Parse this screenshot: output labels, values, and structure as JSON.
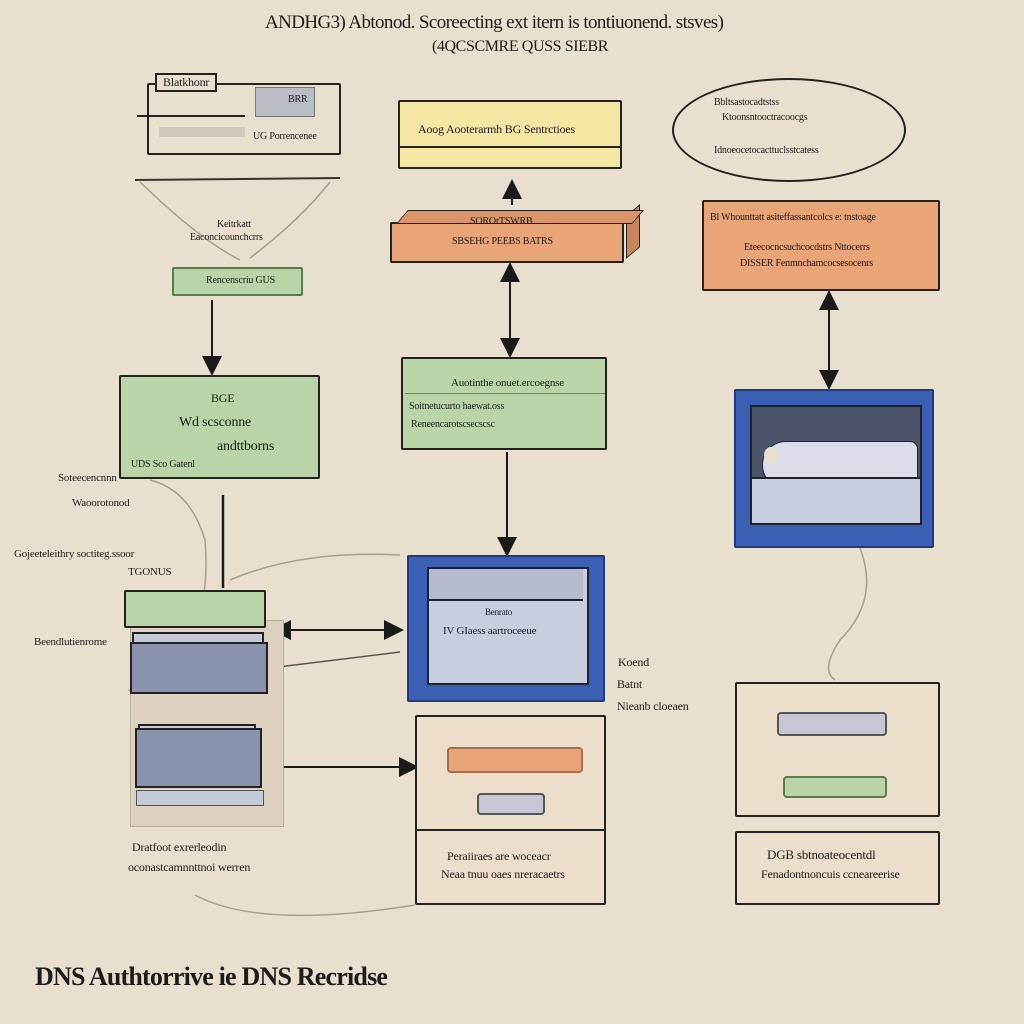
{
  "header": {
    "line1": "ANDHG3) Abtonod. Scoreecting ext itern is tontiuonend. stsves)",
    "line2": "(4QCSCMRE QUSS SIEBR"
  },
  "left": {
    "card_title": "Blatkhonr",
    "card_tab": "BRR",
    "card_text": "UG Porrencenee",
    "note1": "Keitrkatt",
    "note2": "Eaconcicounchcrrs",
    "green_pill": "Rencenscriu GUS",
    "green_box_l1": "BGE",
    "green_box_l2": "Wd scsconne",
    "green_box_l3": "andttborns",
    "green_box_l4": "UDS Sco Gatenl",
    "side1": "Soteecencnnn",
    "side2": "Waoorotonod",
    "side3": "Gojeeteleithry soctiteg.ssoor",
    "side4": "TGONUS",
    "side5": "Beendlutienrome",
    "bottom_l1": "Dratfoot exrerleodin",
    "bottom_l2": "oconastcamnnttnoi werren"
  },
  "center": {
    "yellow_box": "Aoog Aooterarmh BG Sentrctioes",
    "orange_l1": "SOROrTSWRB",
    "orange_l2": "SBSEHG PEEBS BATRS",
    "green_title": "Auotinthe onuet.ercoegnse",
    "green_l1": "Soitnetucurto haewat.oss",
    "green_l2": "Reneencarotscsecscsc",
    "screen_l1": "Benrato",
    "screen_l2": "IV GIaess aartroceeue",
    "right_l1": "Koend",
    "right_l2": "Batnt",
    "right_l3": "Nieanb cloeaen",
    "bottom_l1": "Peraiiraes are woceacr",
    "bottom_l2": "Neaa tnuu oaes nreracaetrs"
  },
  "right": {
    "ellipse_l1": "Bbltsastocadtstss",
    "ellipse_l2": "Ktoonsntooctracoocgs",
    "ellipse_l3": "Idnoeocetocacttuclsstcatess",
    "orange_l1": "Bl Whounttatt asiteffassantcolcs e: tnstoage",
    "orange_l2": "Eteecocncsuchcocdstrs Nttocerrs",
    "orange_l3": "DISSER Fenmnchamcocsesocenrs",
    "bottom_l1": "DGB sbtnoateocentdl",
    "bottom_l2": "Fenadontnoncuis ccneareerise"
  },
  "footer": {
    "title": "DNS Authtorrive ie DNS Recridse"
  },
  "colors": {
    "background": "#e9dfcf",
    "green": "#b9d5a8",
    "yellow": "#f4e6a3",
    "orange": "#e8a578",
    "blue": "#3a5fb3"
  }
}
